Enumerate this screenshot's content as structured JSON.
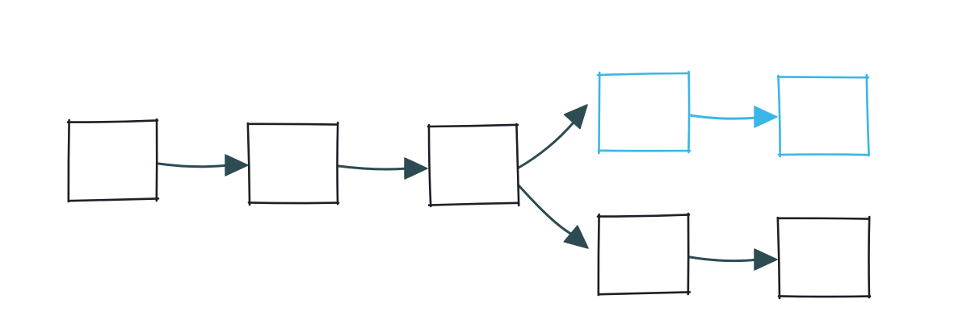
{
  "diagram": {
    "type": "flowchart",
    "style": "hand-drawn",
    "colors": {
      "background": "#ffffff",
      "node_default": "#1e1f26",
      "node_highlight": "#3bb6e6",
      "edge_default": "#2d4b52",
      "edge_highlight": "#3bb6e6"
    },
    "nodes": [
      {
        "id": "n1",
        "label": "",
        "highlighted": false
      },
      {
        "id": "n2",
        "label": "",
        "highlighted": false
      },
      {
        "id": "n3",
        "label": "",
        "highlighted": false
      },
      {
        "id": "n4",
        "label": "",
        "highlighted": true
      },
      {
        "id": "n5",
        "label": "",
        "highlighted": true
      },
      {
        "id": "n6",
        "label": "",
        "highlighted": false
      },
      {
        "id": "n7",
        "label": "",
        "highlighted": false
      }
    ],
    "edges": [
      {
        "from": "n1",
        "to": "n2",
        "highlighted": false
      },
      {
        "from": "n2",
        "to": "n3",
        "highlighted": false
      },
      {
        "from": "n3",
        "to": "n4",
        "highlighted": false
      },
      {
        "from": "n3",
        "to": "n6",
        "highlighted": false
      },
      {
        "from": "n4",
        "to": "n5",
        "highlighted": true
      },
      {
        "from": "n6",
        "to": "n7",
        "highlighted": false
      }
    ]
  }
}
